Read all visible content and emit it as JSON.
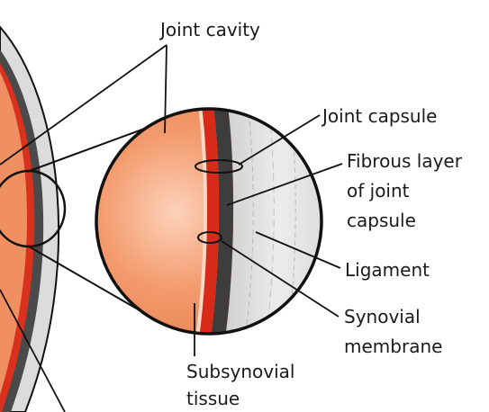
{
  "labels": {
    "joint_cavity": "Joint cavity",
    "joint_capsule": "Joint capsule",
    "fibrous_layer": [
      "Fibrous layer",
      "of joint",
      "capsule"
    ],
    "ligament": "Ligament",
    "synovial_membrane": [
      "Synovial",
      "membrane"
    ],
    "subsynovial_tissue": [
      "Subsynovial",
      "tissue"
    ]
  },
  "colors": {
    "cavity_orange": "#ef8f62",
    "cavity_highlight": "#fbd3bd",
    "subsynovial_red": "#d72a18",
    "capsule_dark": "#404040",
    "ligament_gray": "#e2e2e2",
    "outline": "#111111"
  }
}
